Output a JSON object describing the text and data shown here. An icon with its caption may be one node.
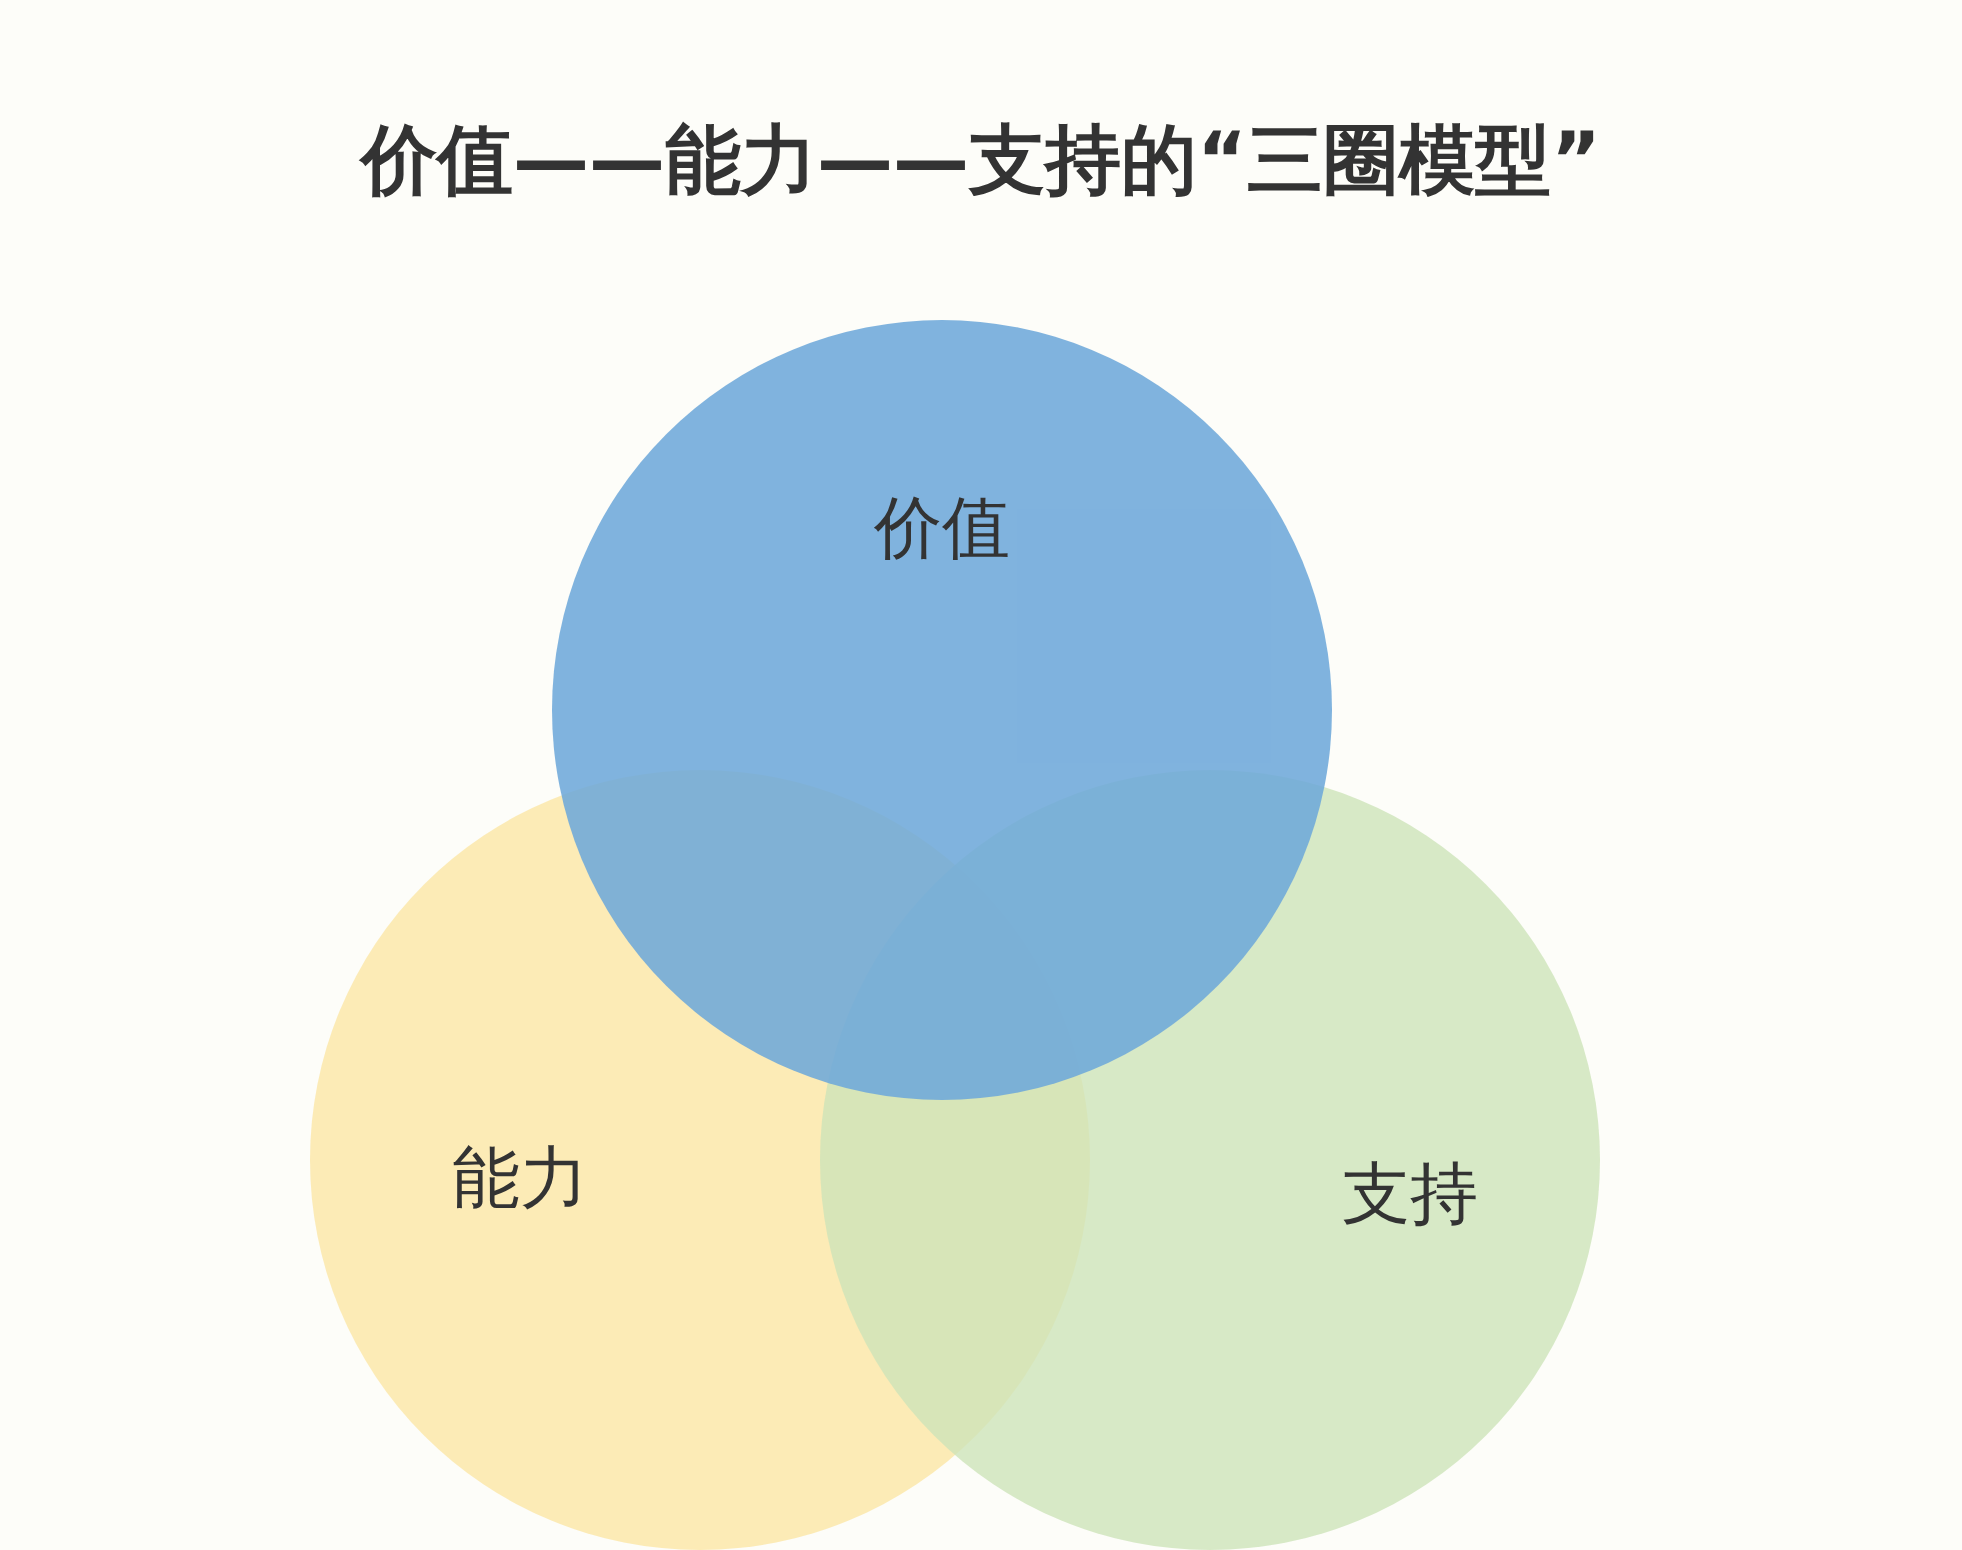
{
  "diagram": {
    "title": "价值——能力——支持的“三圈模型”",
    "nodes": [
      {
        "text": [
          "价值"
        ]
      },
      {
        "text": [
          "能力"
        ]
      },
      {
        "text": [
          "支持"
        ]
      }
    ]
  }
}
